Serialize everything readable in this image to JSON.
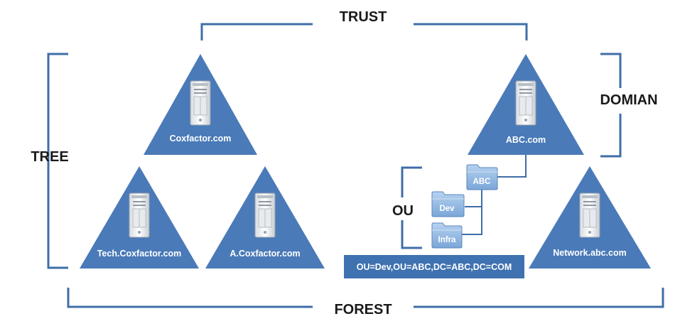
{
  "labels": {
    "trust": "TRUST",
    "domain": "DOMIAN",
    "tree": "TREE",
    "ou": "OU",
    "forest": "FOREST"
  },
  "domains": [
    {
      "label": "Coxfactor.com"
    },
    {
      "label": "Tech.Coxfactor.com"
    },
    {
      "label": "A.Coxfactor.com"
    },
    {
      "label": "ABC.com"
    },
    {
      "label": "Network.abc.com"
    }
  ],
  "ou_folders": [
    {
      "label": "ABC"
    },
    {
      "label": "Dev"
    },
    {
      "label": "Infra"
    }
  ],
  "distinguished_name": "OU=Dev,OU=ABC,DC=ABC,DC=COM",
  "icons": {
    "server": "server-icon",
    "folder": "folder-icon"
  },
  "colors": {
    "triangle": "#4a7ab8",
    "bracket": "#3f6ea8",
    "folder": "#8db4e2",
    "dn_box": "#3f72b0"
  }
}
